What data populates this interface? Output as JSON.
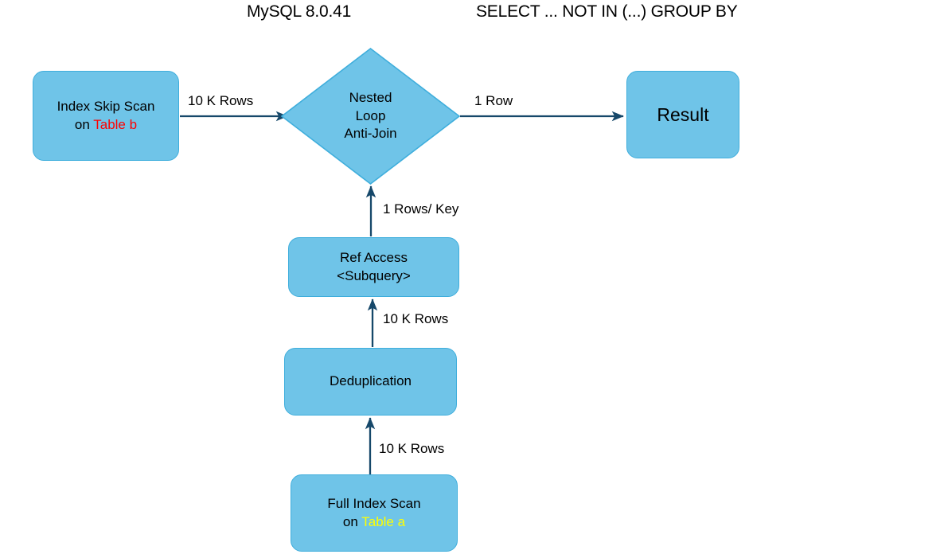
{
  "header": {
    "version": "MySQL 8.0.41",
    "query": "SELECT ... NOT IN (...) GROUP BY"
  },
  "colors": {
    "node_fill": "#6FC4E8",
    "node_border": "#3FAEDC",
    "arrow": "#16486A",
    "table_b_text": "#FF0000",
    "table_a_text": "#FFFF00",
    "text": "#000000",
    "background": "#FFFFFF"
  },
  "nodes": {
    "index_skip_scan": {
      "line1": "Index Skip Scan",
      "line2_prefix": "on ",
      "line2_table": "Table b",
      "shape": "rounded-rect"
    },
    "nested_loop_anti_join": {
      "line1": "Nested",
      "line2": "Loop",
      "line3": "Anti-Join",
      "shape": "diamond"
    },
    "result": {
      "label": "Result",
      "shape": "rounded-rect"
    },
    "ref_access": {
      "line1": "Ref Access",
      "line2": "<Subquery>",
      "shape": "rounded-rect"
    },
    "deduplication": {
      "label": "Deduplication",
      "shape": "rounded-rect"
    },
    "full_index_scan": {
      "line1": "Full Index Scan",
      "line2_prefix": "on ",
      "line2_table": "Table a",
      "shape": "rounded-rect"
    }
  },
  "edges": [
    {
      "id": "e1",
      "from": "index_skip_scan",
      "to": "nested_loop_anti_join",
      "label": "10 K Rows",
      "direction": "right"
    },
    {
      "id": "e2",
      "from": "nested_loop_anti_join",
      "to": "result",
      "label": "1 Row",
      "direction": "right"
    },
    {
      "id": "e3",
      "from": "ref_access",
      "to": "nested_loop_anti_join",
      "label": "1 Rows/ Key",
      "direction": "up"
    },
    {
      "id": "e4",
      "from": "deduplication",
      "to": "ref_access",
      "label": "10 K Rows",
      "direction": "up"
    },
    {
      "id": "e5",
      "from": "full_index_scan",
      "to": "deduplication",
      "label": "10 K Rows",
      "direction": "up"
    }
  ]
}
